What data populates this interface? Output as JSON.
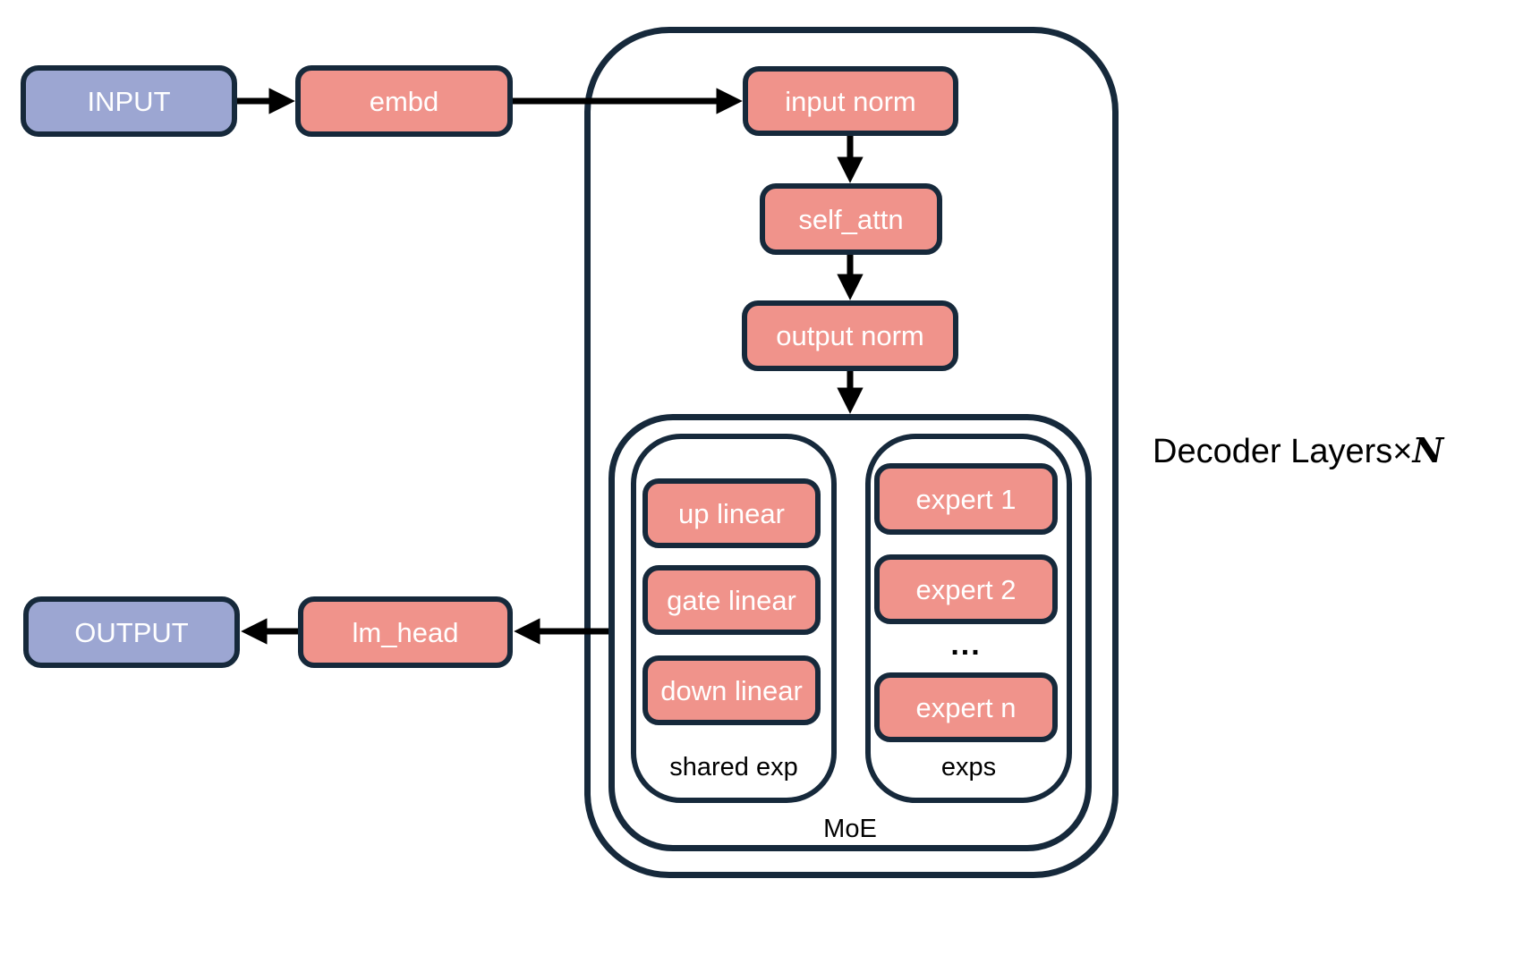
{
  "colors": {
    "io_fill": "#9CA6D2",
    "module_fill": "#F0938B",
    "border": "#16293B",
    "arrow": "#000000",
    "label_text": "#000000",
    "node_text": "#FFFFFF"
  },
  "io": {
    "input": "INPUT",
    "output": "OUTPUT"
  },
  "pipeline": {
    "embd": "embd",
    "input_norm": "input norm",
    "self_attn": "self_attn",
    "output_norm": "output norm",
    "lm_head": "lm_head"
  },
  "moe": {
    "label": "MoE",
    "shared_exp": {
      "label": "shared exp",
      "up_linear": "up linear",
      "gate_linear": "gate linear",
      "down_linear": "down linear"
    },
    "exps": {
      "label": "exps",
      "expert_1": "expert 1",
      "expert_2": "expert 2",
      "ellipsis": "...",
      "expert_n": "expert n"
    }
  },
  "decoder": {
    "label_prefix": "Decoder Layers",
    "times": "×",
    "repeat_symbol": "N"
  }
}
